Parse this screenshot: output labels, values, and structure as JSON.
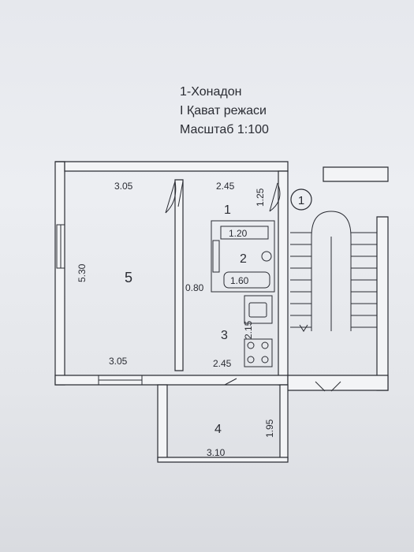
{
  "header": {
    "line1": "1-Хонадон",
    "line2": "I  Қават режаси",
    "line3": "Масштаб  1:100"
  },
  "rooms": {
    "r1": "1",
    "r2": "2",
    "r3": "3",
    "r4": "4",
    "r5": "5"
  },
  "stair_marker": "1",
  "dimensions": {
    "room5_top_width": "3.05",
    "room5_bottom_width": "3.05",
    "room5_height": "5.30",
    "hall_width": "2.45",
    "hall_depth": "1.25",
    "bath_top": "1.20",
    "bath_bottom": "1.60",
    "corridor_width": "0.80",
    "kitchen_depth": "2.15",
    "kitchen_width": "2.45",
    "balcony_width": "3.10",
    "balcony_depth": "1.95"
  },
  "colors": {
    "paper": "#e8eaee",
    "ink": "#2a2c33",
    "wall_fill": "#f3f4f6"
  }
}
